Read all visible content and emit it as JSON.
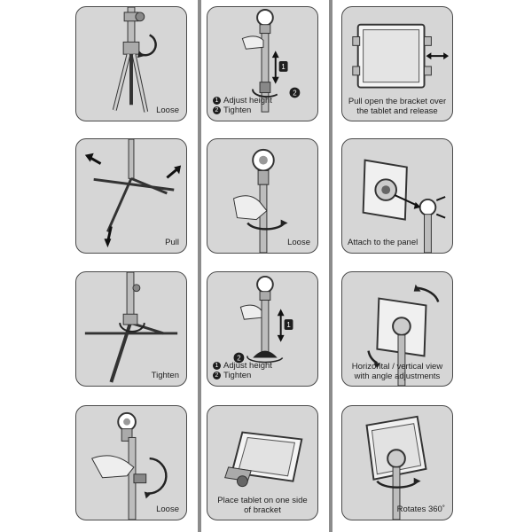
{
  "colors": {
    "panel_bg": "#d6d6d6",
    "panel_border": "#4a4a4a",
    "divider": "#8c8c8c",
    "ink": "#1e1e1e"
  },
  "column1": {
    "step1": {
      "caption": "Loose"
    },
    "step2": {
      "caption": "Pull"
    },
    "step3": {
      "caption": "Tighten"
    },
    "step4": {
      "caption": "Loose"
    }
  },
  "column2": {
    "step1": {
      "badge1": "1",
      "line1": "Adjust height",
      "badge2": "2",
      "line2": "Tighten"
    },
    "step2": {
      "caption": "Loose"
    },
    "step3": {
      "badge1": "1",
      "line1": "Adjust height",
      "badge2": "2",
      "line2": "Tighten"
    },
    "step4": {
      "line1": "Place tablet on one side",
      "line2": "of bracket"
    }
  },
  "column3": {
    "step1": {
      "line1": "Pull open the bracket over",
      "line2": "the tablet and release"
    },
    "step2": {
      "caption": "Attach to the panel"
    },
    "step3": {
      "line1": "Horizontal / vertical view",
      "line2": "with angle adjustments"
    },
    "step4": {
      "caption": "Rotates 360˚"
    }
  },
  "diagram_labels": {
    "arrow_1": "1",
    "arrow_2": "2"
  }
}
